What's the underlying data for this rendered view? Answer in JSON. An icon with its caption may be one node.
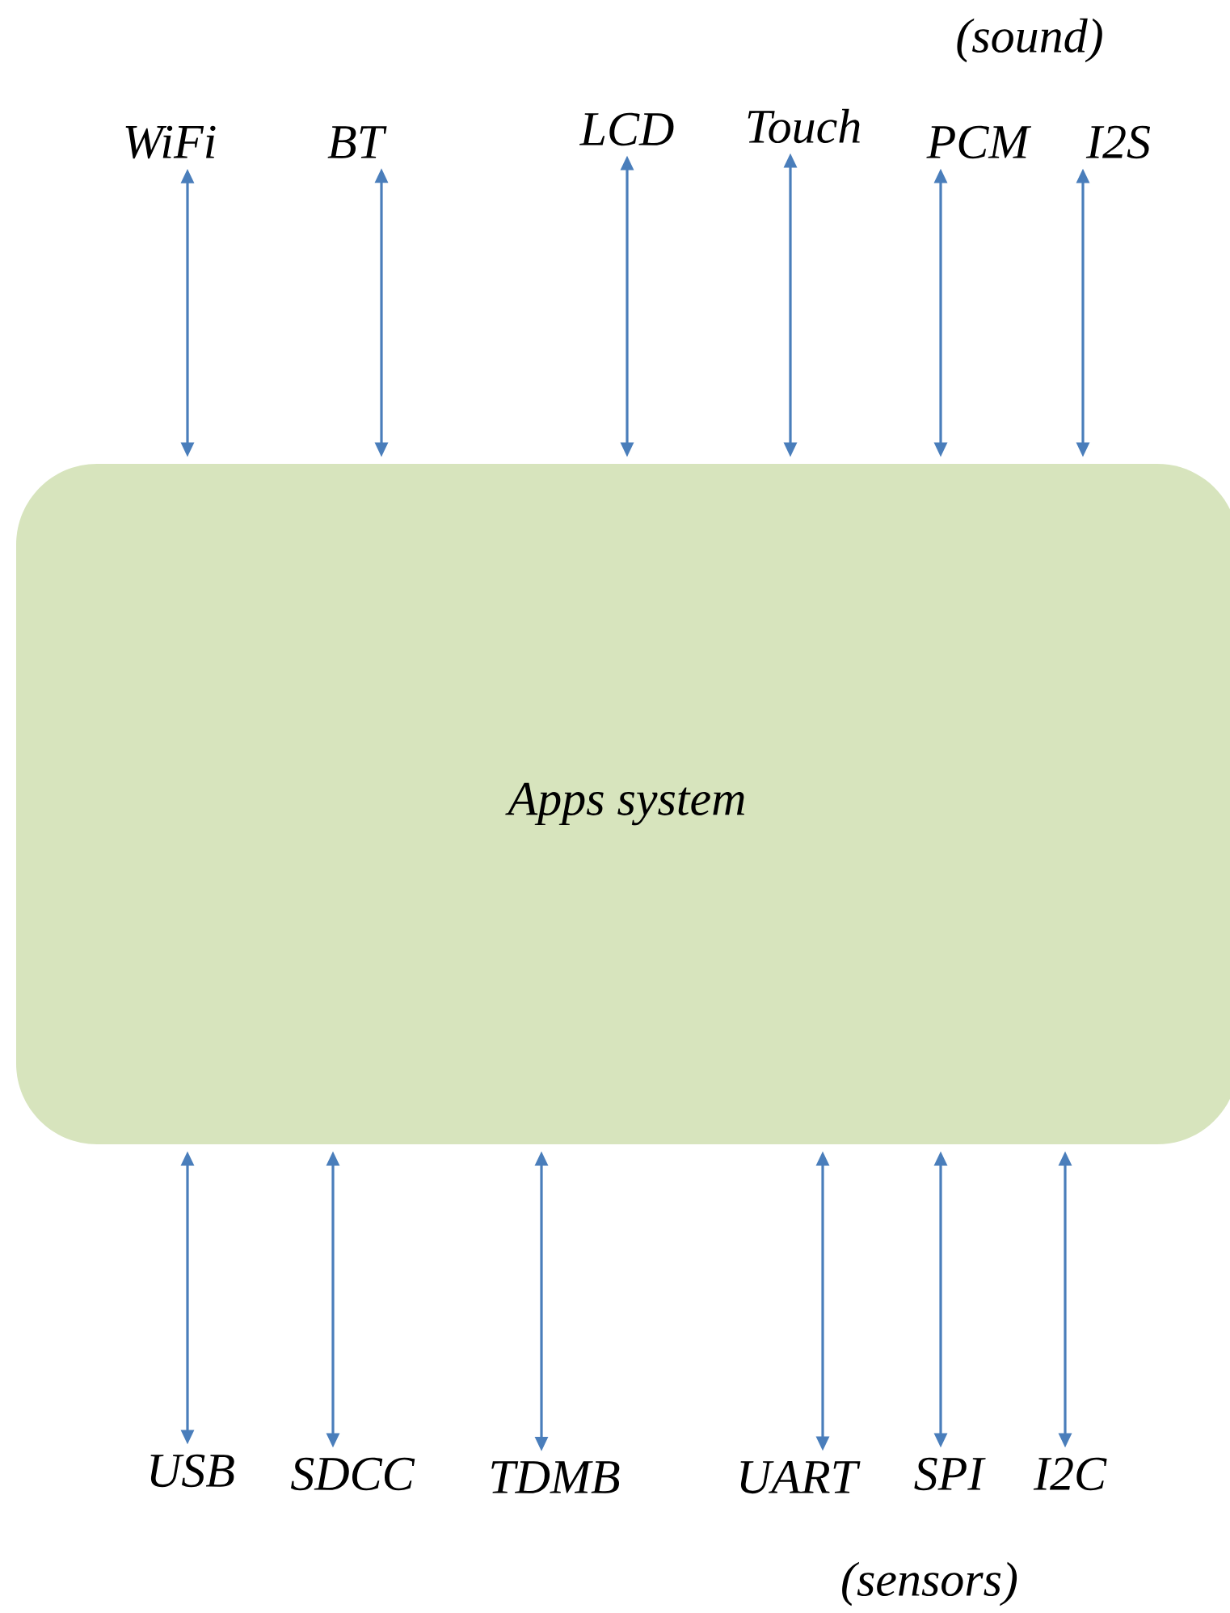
{
  "diagram": {
    "nodes": [
      {
        "text": [
          "Apps system"
        ]
      },
      {
        "text": [
          "WiFi"
        ]
      },
      {
        "text": [
          "BT"
        ]
      },
      {
        "text": [
          "LCD"
        ]
      },
      {
        "text": [
          "Touch"
        ]
      },
      {
        "text": [
          "PCM"
        ]
      },
      {
        "text": [
          "I2S"
        ]
      },
      {
        "text": [
          "USB"
        ]
      },
      {
        "text": [
          "SDCC"
        ]
      },
      {
        "text": [
          "TDMB"
        ]
      },
      {
        "text": [
          "UART"
        ]
      },
      {
        "text": [
          "SPI"
        ]
      },
      {
        "text": [
          "I2C"
        ]
      }
    ],
    "edges": [
      {
        "from": 1,
        "to": 0,
        "arrow": "both"
      },
      {
        "from": 2,
        "to": 0,
        "arrow": "both"
      },
      {
        "from": 3,
        "to": 0,
        "arrow": "both"
      },
      {
        "from": 4,
        "to": 0,
        "arrow": "both"
      },
      {
        "from": 5,
        "to": 0,
        "arrow": "both"
      },
      {
        "from": 6,
        "to": 0,
        "arrow": "both"
      },
      {
        "from": 0,
        "to": 7,
        "arrow": "both"
      },
      {
        "from": 0,
        "to": 8,
        "arrow": "both"
      },
      {
        "from": 0,
        "to": 9,
        "arrow": "both"
      },
      {
        "from": 0,
        "to": 10,
        "arrow": "both"
      },
      {
        "from": 0,
        "to": 11,
        "arrow": "both"
      },
      {
        "from": 0,
        "to": 12,
        "arrow": "both"
      }
    ],
    "labels": [
      "(sound)",
      "(sensors)"
    ]
  }
}
